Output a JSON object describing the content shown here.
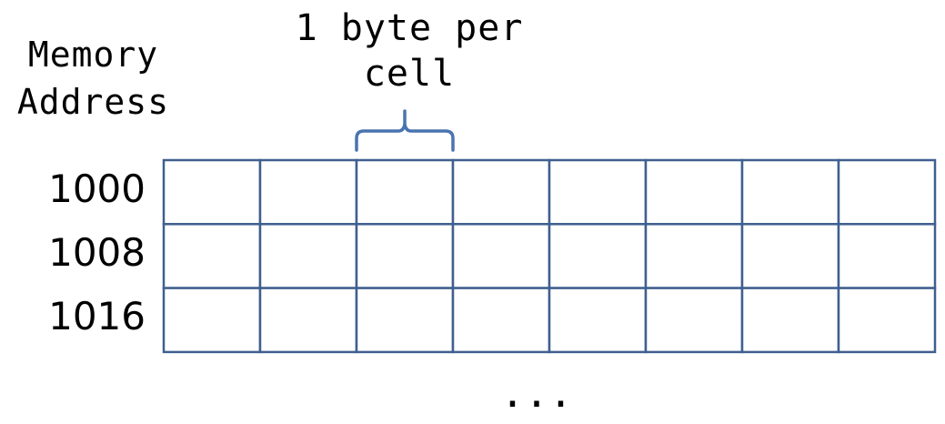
{
  "header": {
    "column_title": "Memory\nAddress",
    "cell_annotation": "1 byte per\ncell"
  },
  "grid": {
    "columns": 8,
    "rows": [
      {
        "address": "1000"
      },
      {
        "address": "1008"
      },
      {
        "address": "1016"
      }
    ]
  },
  "footer": {
    "ellipsis": "..."
  },
  "colors": {
    "grid_line": "#3f5f8f",
    "brace": "#4a74b0",
    "text": "#000000"
  }
}
